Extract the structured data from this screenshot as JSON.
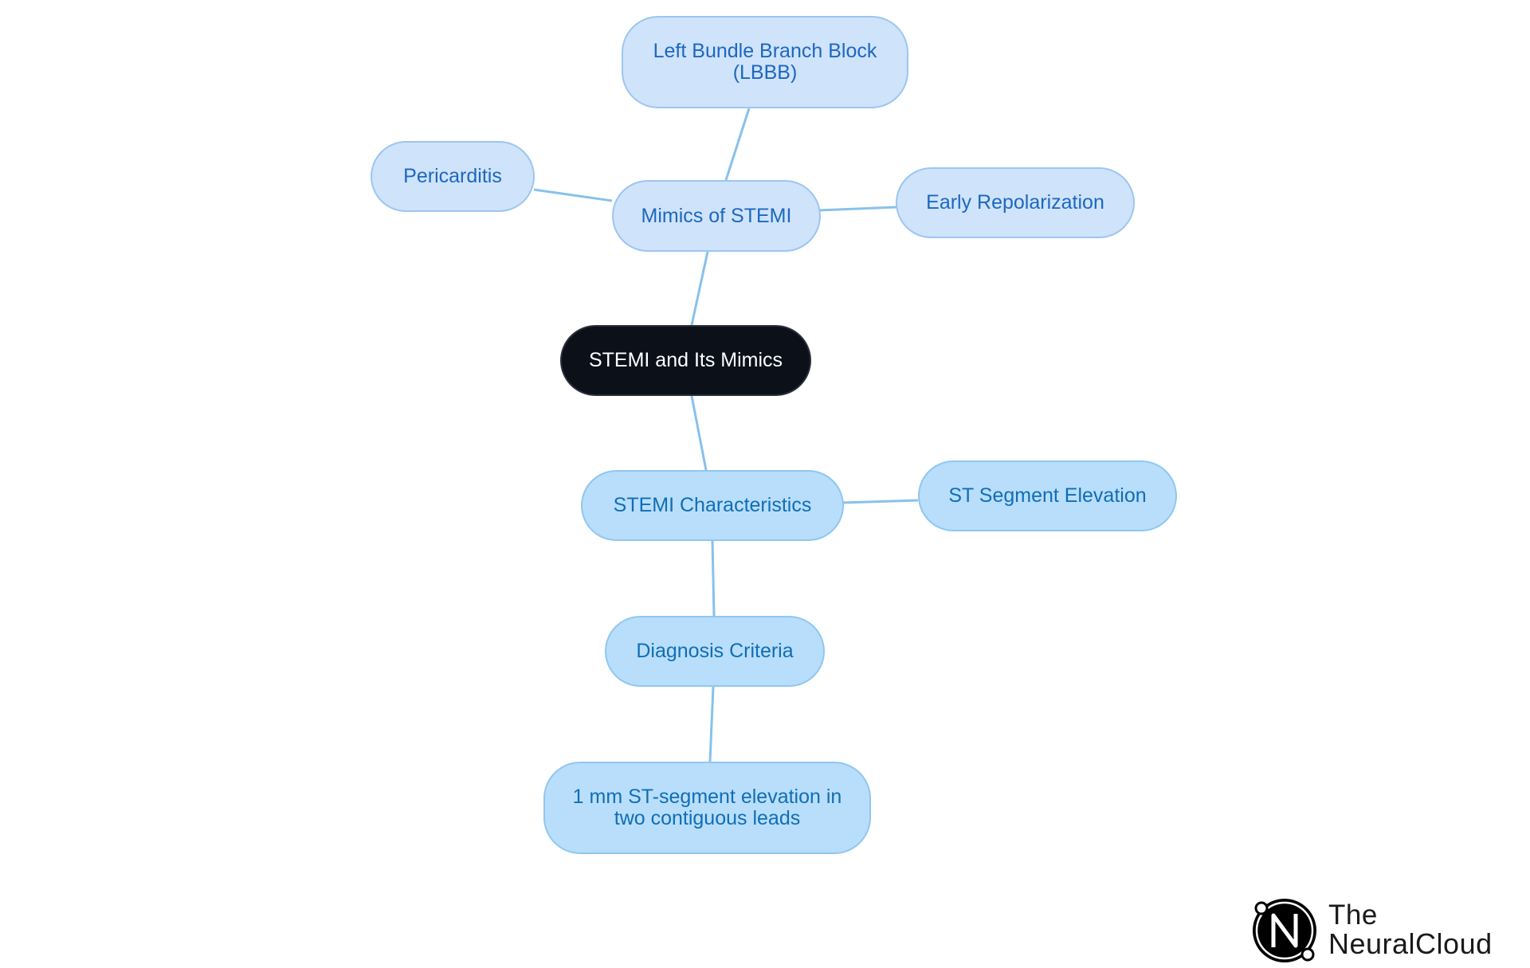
{
  "diagram": {
    "root": {
      "label": "STEMI and Its Mimics"
    },
    "mimics": {
      "label": "Mimics of STEMI",
      "children": {
        "lbbb": "Left Bundle Branch Block (LBBB)",
        "pericarditis": "Pericarditis",
        "early_repol": "Early Repolarization"
      }
    },
    "characteristics": {
      "label": "STEMI Characteristics",
      "children": {
        "st_elevation": "ST Segment Elevation",
        "diagnosis": {
          "label": "Diagnosis Criteria",
          "children": {
            "criterion": "1 mm ST-segment elevation in two contiguous leads"
          }
        }
      }
    }
  },
  "logo": {
    "line1": "The",
    "line2": "NeuralCloud",
    "icon": "neuralcloud-n-icon"
  },
  "colors": {
    "root_fill": "#0c1019",
    "level1_fill": "#cfe3fb",
    "level2_fill": "#b8defb",
    "edge": "#88c1ec",
    "text_blue": "#1d68c0"
  }
}
